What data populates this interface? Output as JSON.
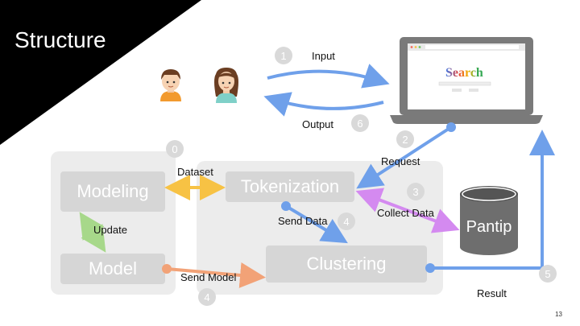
{
  "slide": {
    "title": "Structure",
    "page_number": "13"
  },
  "boxes": {
    "modeling": "Modeling",
    "model": "Model",
    "tokenization": "Tokenization",
    "clustering": "Clustering",
    "database": "Pantip"
  },
  "browser": {
    "logo": "Search"
  },
  "labels": {
    "input": "Input",
    "output": "Output",
    "dataset": "Dataset",
    "update": "Update",
    "send_data": "Send Data",
    "send_model": "Send Model",
    "request": "Request",
    "collect_data": "Collect Data",
    "result": "Result"
  },
  "steps": {
    "s0": "0",
    "s1": "1",
    "s2": "2",
    "s3": "3",
    "s4a": "4",
    "s4b": "4",
    "s5": "5",
    "s6": "6"
  },
  "colors": {
    "blue": "#6fa0ea",
    "yellow": "#f7c244",
    "green": "#a7d88a",
    "orange": "#f2a277",
    "purple": "#d48af0",
    "gray_box": "#d6d6d6",
    "db": "#6e6e6e",
    "laptop": "#7a7a7a"
  }
}
